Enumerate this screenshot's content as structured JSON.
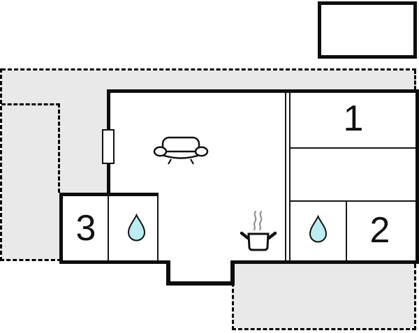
{
  "floorplan": {
    "type": "holiday-home floor plan",
    "rooms": [
      {
        "id": "bedroom-1",
        "label": "1"
      },
      {
        "id": "bedroom-2",
        "label": "2"
      },
      {
        "id": "bedroom-3",
        "label": "3"
      }
    ],
    "icons": [
      "sofa-icon",
      "cooking-pot-icon",
      "steam-icon",
      "water-drop-icon",
      "water-drop-icon"
    ],
    "areas": [
      "terrace-upper-left",
      "terrace-inner-section",
      "terrace-lower-right",
      "outbuilding",
      "entrance-porch",
      "living-room",
      "bathroom",
      "kitchen-corner"
    ]
  },
  "colors": {
    "wall": "#0d0d0d",
    "partition": "#161616",
    "dash": "#000000",
    "terrace": "#e9e9e9",
    "drop": "#b9edf2",
    "steam": "#919191",
    "background": "#ffffff"
  }
}
